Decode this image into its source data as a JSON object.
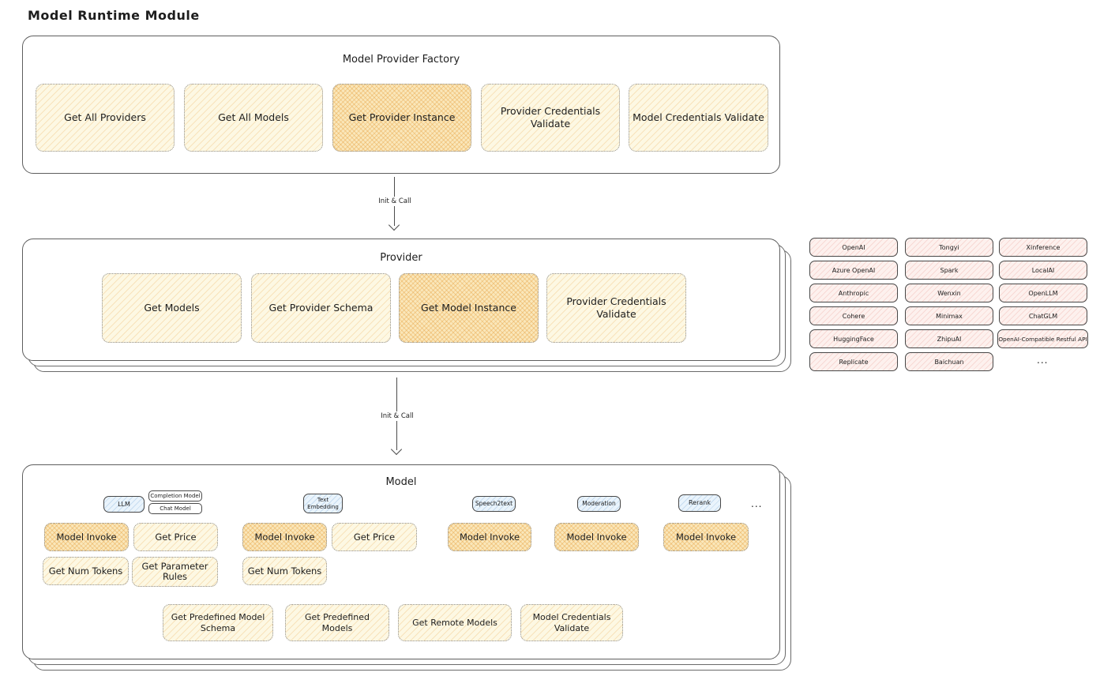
{
  "title": "Model Runtime Module",
  "colors": {
    "yellow_fill": "#fdf8e3",
    "yellow_highlight": "#fae7ba",
    "pink_fill": "#fdf1ee",
    "blue_fill": "#eaf4fc",
    "border_dark": "#5e5e5e"
  },
  "factory": {
    "title": "Model Provider Factory",
    "boxes": [
      "Get All Providers",
      "Get All Models",
      "Get Provider Instance",
      "Provider Credentials Validate",
      "Model Credentials Validate"
    ]
  },
  "arrow1": {
    "label": "Init & Call"
  },
  "provider": {
    "title": "Provider",
    "boxes": [
      "Get Models",
      "Get Provider Schema",
      "Get Model Instance",
      "Provider Credentials Validate"
    ]
  },
  "providers_grid": {
    "col1": [
      "OpenAI",
      "Azure OpenAI",
      "Anthropic",
      "Cohere",
      "HuggingFace",
      "Replicate"
    ],
    "col2": [
      "Tongyi",
      "Spark",
      "Wenxin",
      "Minimax",
      "ZhipuAI",
      "Baichuan"
    ],
    "col3": [
      "Xinference",
      "LocalAI",
      "OpenLLM",
      "ChatGLM",
      "OpenAI-Compatible Restful API"
    ],
    "ellipsis": "..."
  },
  "arrow2": {
    "label": "Init & Call"
  },
  "model": {
    "title": "Model",
    "tags": {
      "llm": "LLM",
      "completion": "Completion Model",
      "chat": "Chat Model",
      "text_embedding": "Text Embedding",
      "speech2text": "Speech2text",
      "moderation": "Moderation",
      "rerank": "Rerank",
      "ellipsis": "..."
    },
    "functions": {
      "model_invoke": "Model Invoke",
      "get_price": "Get Price",
      "get_num_tokens": "Get Num Tokens",
      "get_parameter_rules": "Get Parameter Rules"
    },
    "bottom": [
      "Get Predefined Model Schema",
      "Get Predefined Models",
      "Get Remote Models",
      "Model Credentials Validate"
    ]
  }
}
